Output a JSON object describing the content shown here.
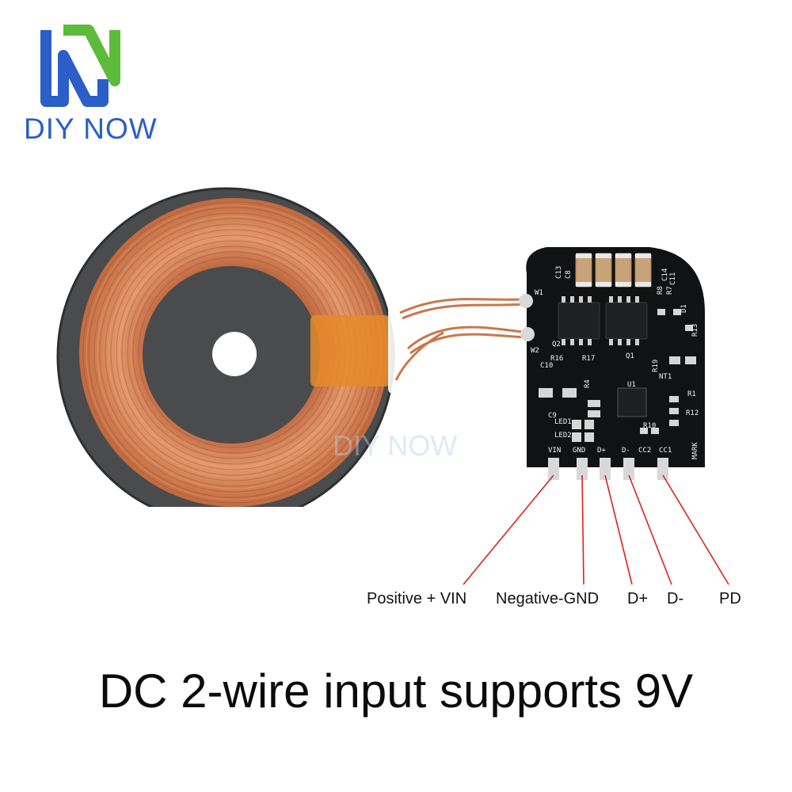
{
  "brand": {
    "name": "DIY NOW",
    "colors": {
      "blue": "#2b5ec9",
      "green": "#5dbb3a"
    }
  },
  "watermark": "DIY NOW",
  "pcb": {
    "markings": [
      "C13",
      "C8",
      "W1",
      "W2",
      "Q2",
      "Q1",
      "R16",
      "R17",
      "C10",
      "R4",
      "U1",
      "C9",
      "LED1",
      "LED2",
      "VIN",
      "GND",
      "D+",
      "D-",
      "CC2",
      "CC1",
      "MARK",
      "R19",
      "R10",
      "NT1",
      "R1",
      "R12",
      "C14",
      "C11",
      "R8",
      "R7",
      "R13",
      "D1"
    ]
  },
  "pins": [
    {
      "label": "Positive + VIN"
    },
    {
      "label": "Negative-GND"
    },
    {
      "label": "D+"
    },
    {
      "label": "D-"
    },
    {
      "label": "PD"
    }
  ],
  "caption": "DC 2-wire input supports 9V"
}
